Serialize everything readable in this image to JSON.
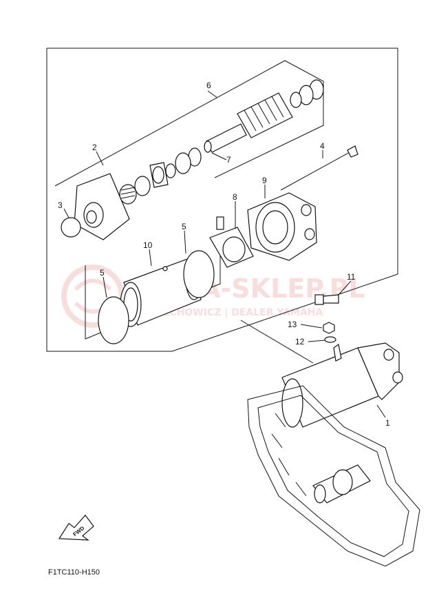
{
  "callouts": {
    "c1": "1",
    "c2": "2",
    "c3": "3",
    "c4": "4",
    "c5a": "5",
    "c5b": "5",
    "c6": "6",
    "c7": "7",
    "c8": "8",
    "c9": "9",
    "c10": "10",
    "c11": "11",
    "c12": "12",
    "c13": "13"
  },
  "fwd_label": "FWD",
  "reference_code": "F1TC110-H150",
  "watermark": {
    "brand": "YAMA-SKLEP.PL",
    "subline": "UCIECHOWICZ | DEALER YAMAHA"
  },
  "colors": {
    "line": "#111111",
    "watermark": "#f3c2c2"
  }
}
